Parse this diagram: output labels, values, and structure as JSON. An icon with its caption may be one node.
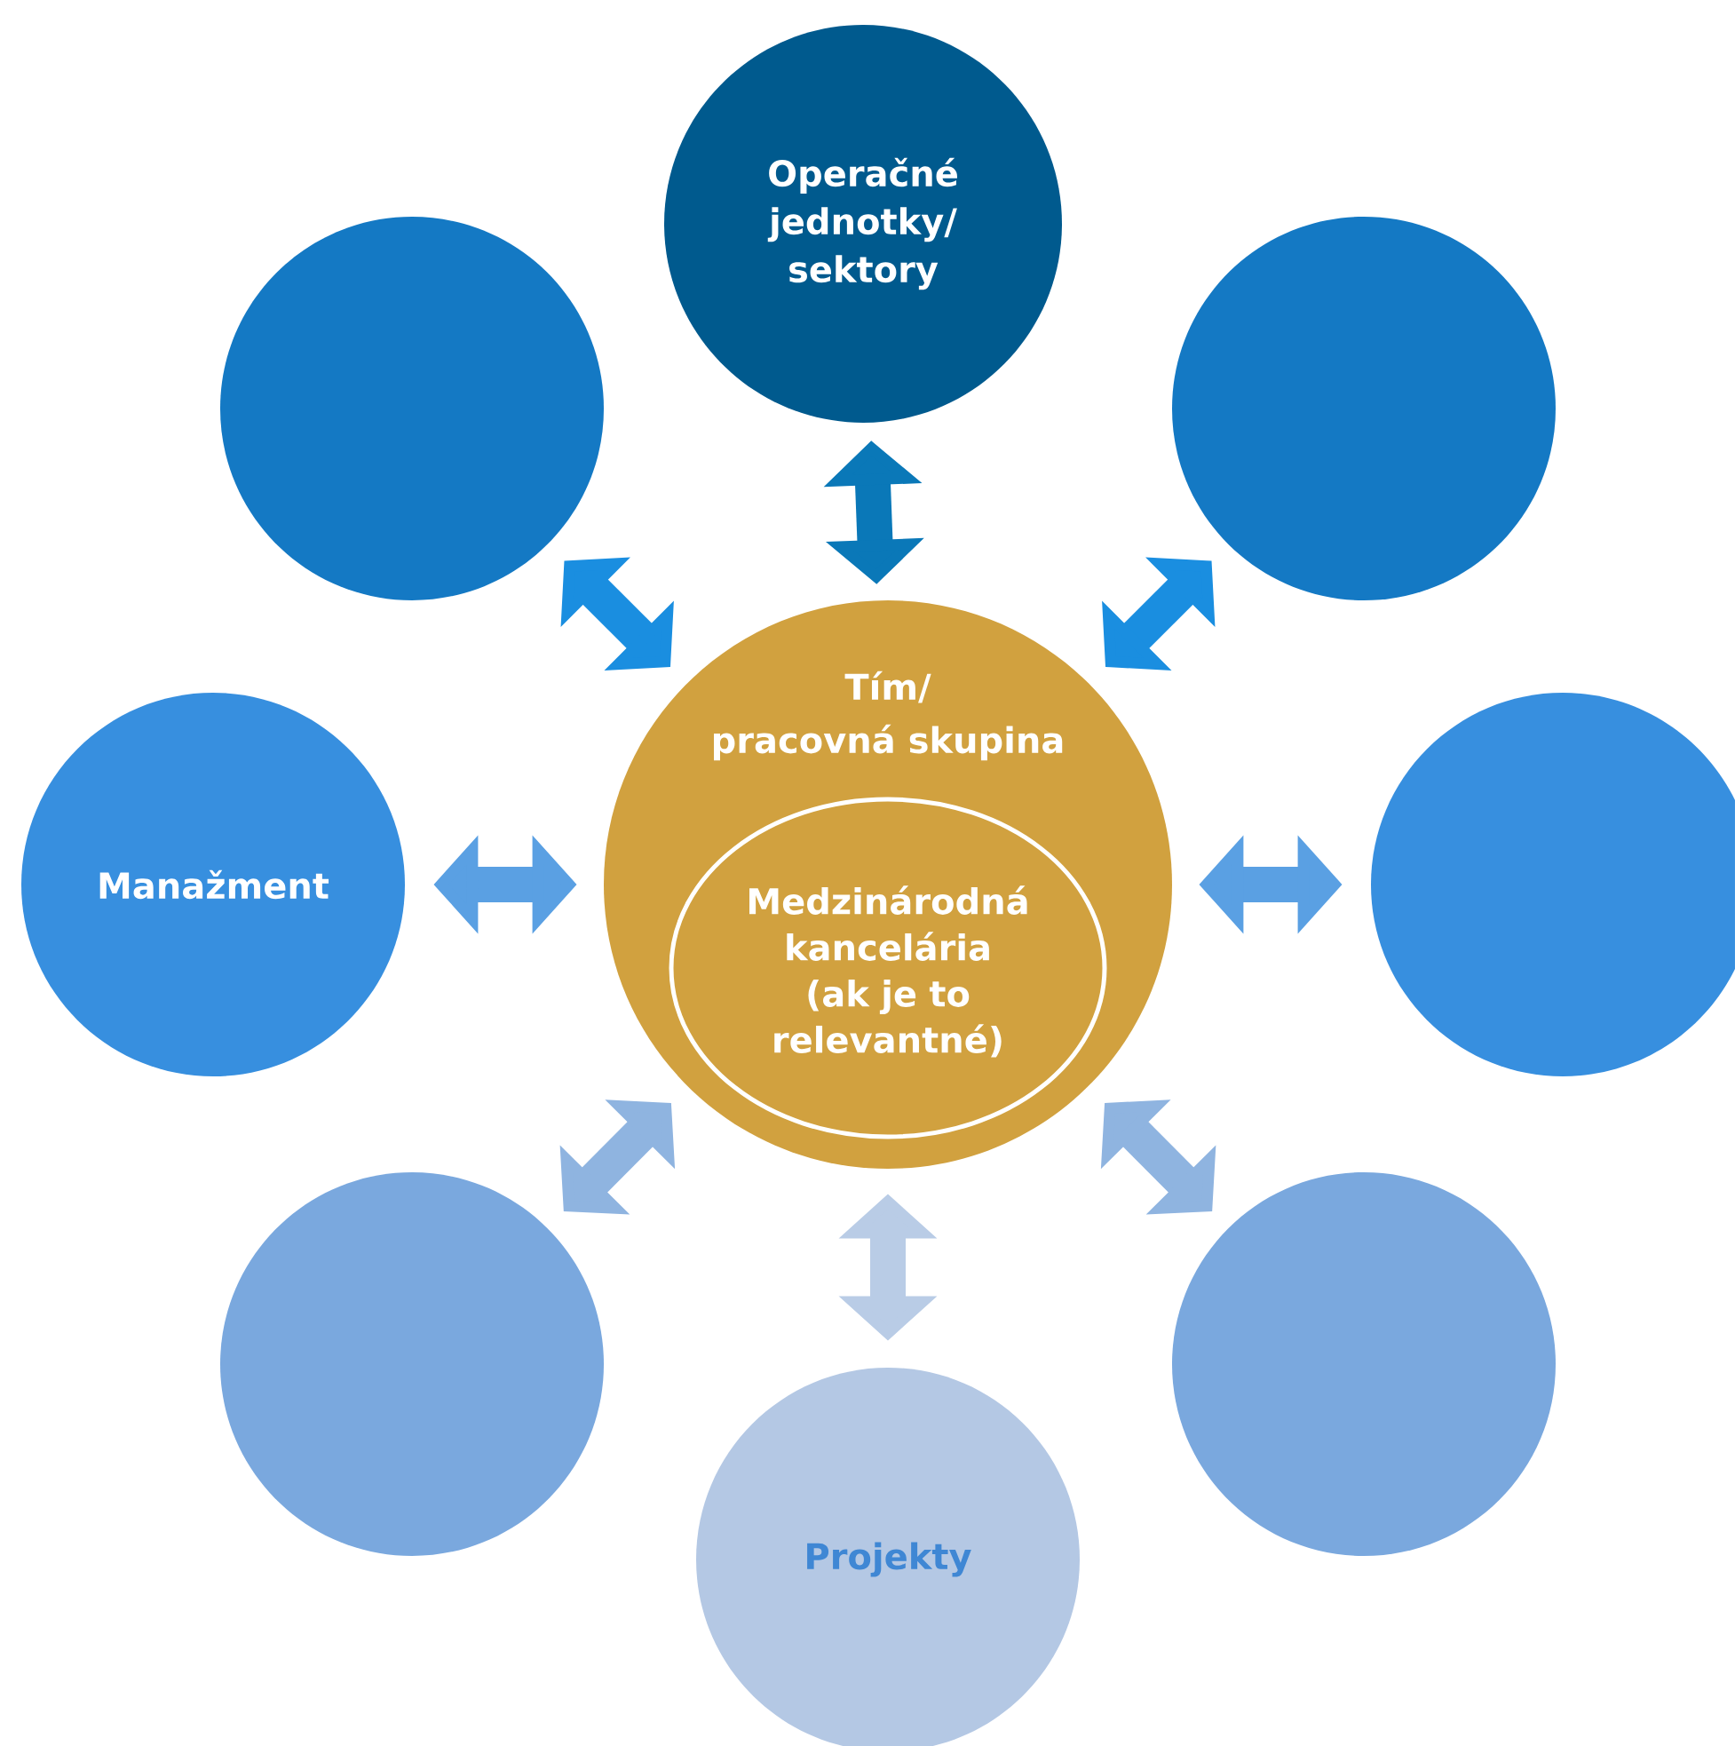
{
  "diagram": {
    "nodes": [
      {
        "text": [
          "Operačné jednotky/ sektory"
        ]
      },
      {
        "text": [],
        "shape": "circle"
      },
      {
        "text": [],
        "shape": "circle"
      },
      {
        "text": [
          "Tím/ pracovná skupina"
        ]
      },
      {
        "text": [
          "Medzinárodná kancelária (ak je to relevantné)"
        ],
        "in": 3
      },
      {
        "text": [
          "Manažment"
        ]
      },
      {
        "text": [],
        "shape": "circle"
      },
      {
        "text": [],
        "shape": "circle"
      },
      {
        "text": [],
        "shape": "circle"
      },
      {
        "text": [
          "Projekty"
        ]
      }
    ],
    "edges": [
      {
        "from": 3,
        "to": 0,
        "arrow": "both",
        "color": "#0a78b8"
      },
      {
        "from": 3,
        "to": 1,
        "arrow": "both",
        "color": "#1a8ee0"
      },
      {
        "from": 3,
        "to": 2,
        "arrow": "both",
        "color": "#1a8ee0"
      },
      {
        "from": 3,
        "to": 5,
        "arrow": "both",
        "color": "#5aa0e3"
      },
      {
        "from": 3,
        "to": 6,
        "arrow": "both",
        "color": "#5aa0e3"
      },
      {
        "from": 3,
        "to": 7,
        "arrow": "both",
        "color": "#8fb4e0"
      },
      {
        "from": 3,
        "to": 8,
        "arrow": "both",
        "color": "#8fb4e0"
      },
      {
        "from": 3,
        "to": 9,
        "arrow": "both",
        "color": "#b9cce6"
      }
    ]
  }
}
